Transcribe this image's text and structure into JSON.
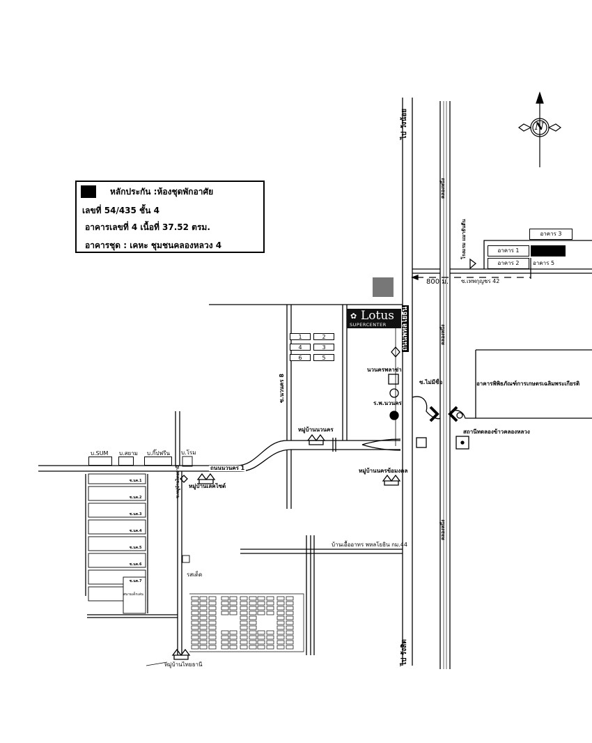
{
  "legend": {
    "title": "หลักประกัน :ห้องชุดพักอาศัย",
    "unit_no": "เลขที่ 54/435 ชั้น 4",
    "building": "อาคารเลขที่ 4  เนื้อที่ 37.52 ตรม.",
    "condo": "อาคารชุด :  เคหะ ชุมชนคลองหลวง 4"
  },
  "roads": {
    "main_road": "ถนนพหลโยธิน",
    "to_north": "ไป วังน้อย",
    "to_south": "ไป รังสิต",
    "canal": "คลองหนึ่ง",
    "soi_42": "ซ.เทพกุญชร 42",
    "distance": "800 ม.",
    "navanakorn_1": "ถนนนวนคร 1",
    "navanakorn_8": "ซ.นวนคร 8",
    "no_name": "ซ.ไม่มีชื่อ",
    "thaithani_soi": "ซ.หมู่บ้านไทยธานี",
    "km44": "บ้านเอื้ออาทร พหลโยธิน กม.44"
  },
  "buildings": [
    "อาคาร 1",
    "อาคาร 2",
    "อาคาร 3",
    "อาคาร 5"
  ],
  "landmarks": {
    "school": "โรงแรม แมาธันตีน",
    "lotus_main": "Lotus",
    "lotus_sub": "SUPERCENTER",
    "plaza": "นวนครพลาซ่า",
    "hospital": "ร.พ.นวนคร",
    "museum": "อาคารพิพิธภัณฑ์การเกษตรเฉลิมพระเกียรติ",
    "rice_station": "สถานีทดลองข้าวคลองหลวง",
    "village_navanakorn": "หมู่บ้านนวนคร",
    "village_mongkol": "หมู่บ้านนครข้อมงคล",
    "village_lakeside": "หมู่บ้านเลคไซด์",
    "village_thaithani": "หมู่บ้านไทยธานี",
    "rosdek": "รสเด็ด",
    "playground": "สนามเด็กเล่น"
  },
  "companies": [
    "บ.SUM",
    "บ.สยาม",
    "บ.กิ๊ปฟรีน",
    "บ.โรม"
  ],
  "lots": [
    "1",
    "2",
    "3",
    "4",
    "5",
    "6"
  ],
  "soi_labels": [
    "ซ.นค.1",
    "ซ.นค.2",
    "ซ.นค.3",
    "ซ.นค.4",
    "ซ.นค.5",
    "ซ.นค.6",
    "ซ.นค.7"
  ],
  "compass": "N"
}
